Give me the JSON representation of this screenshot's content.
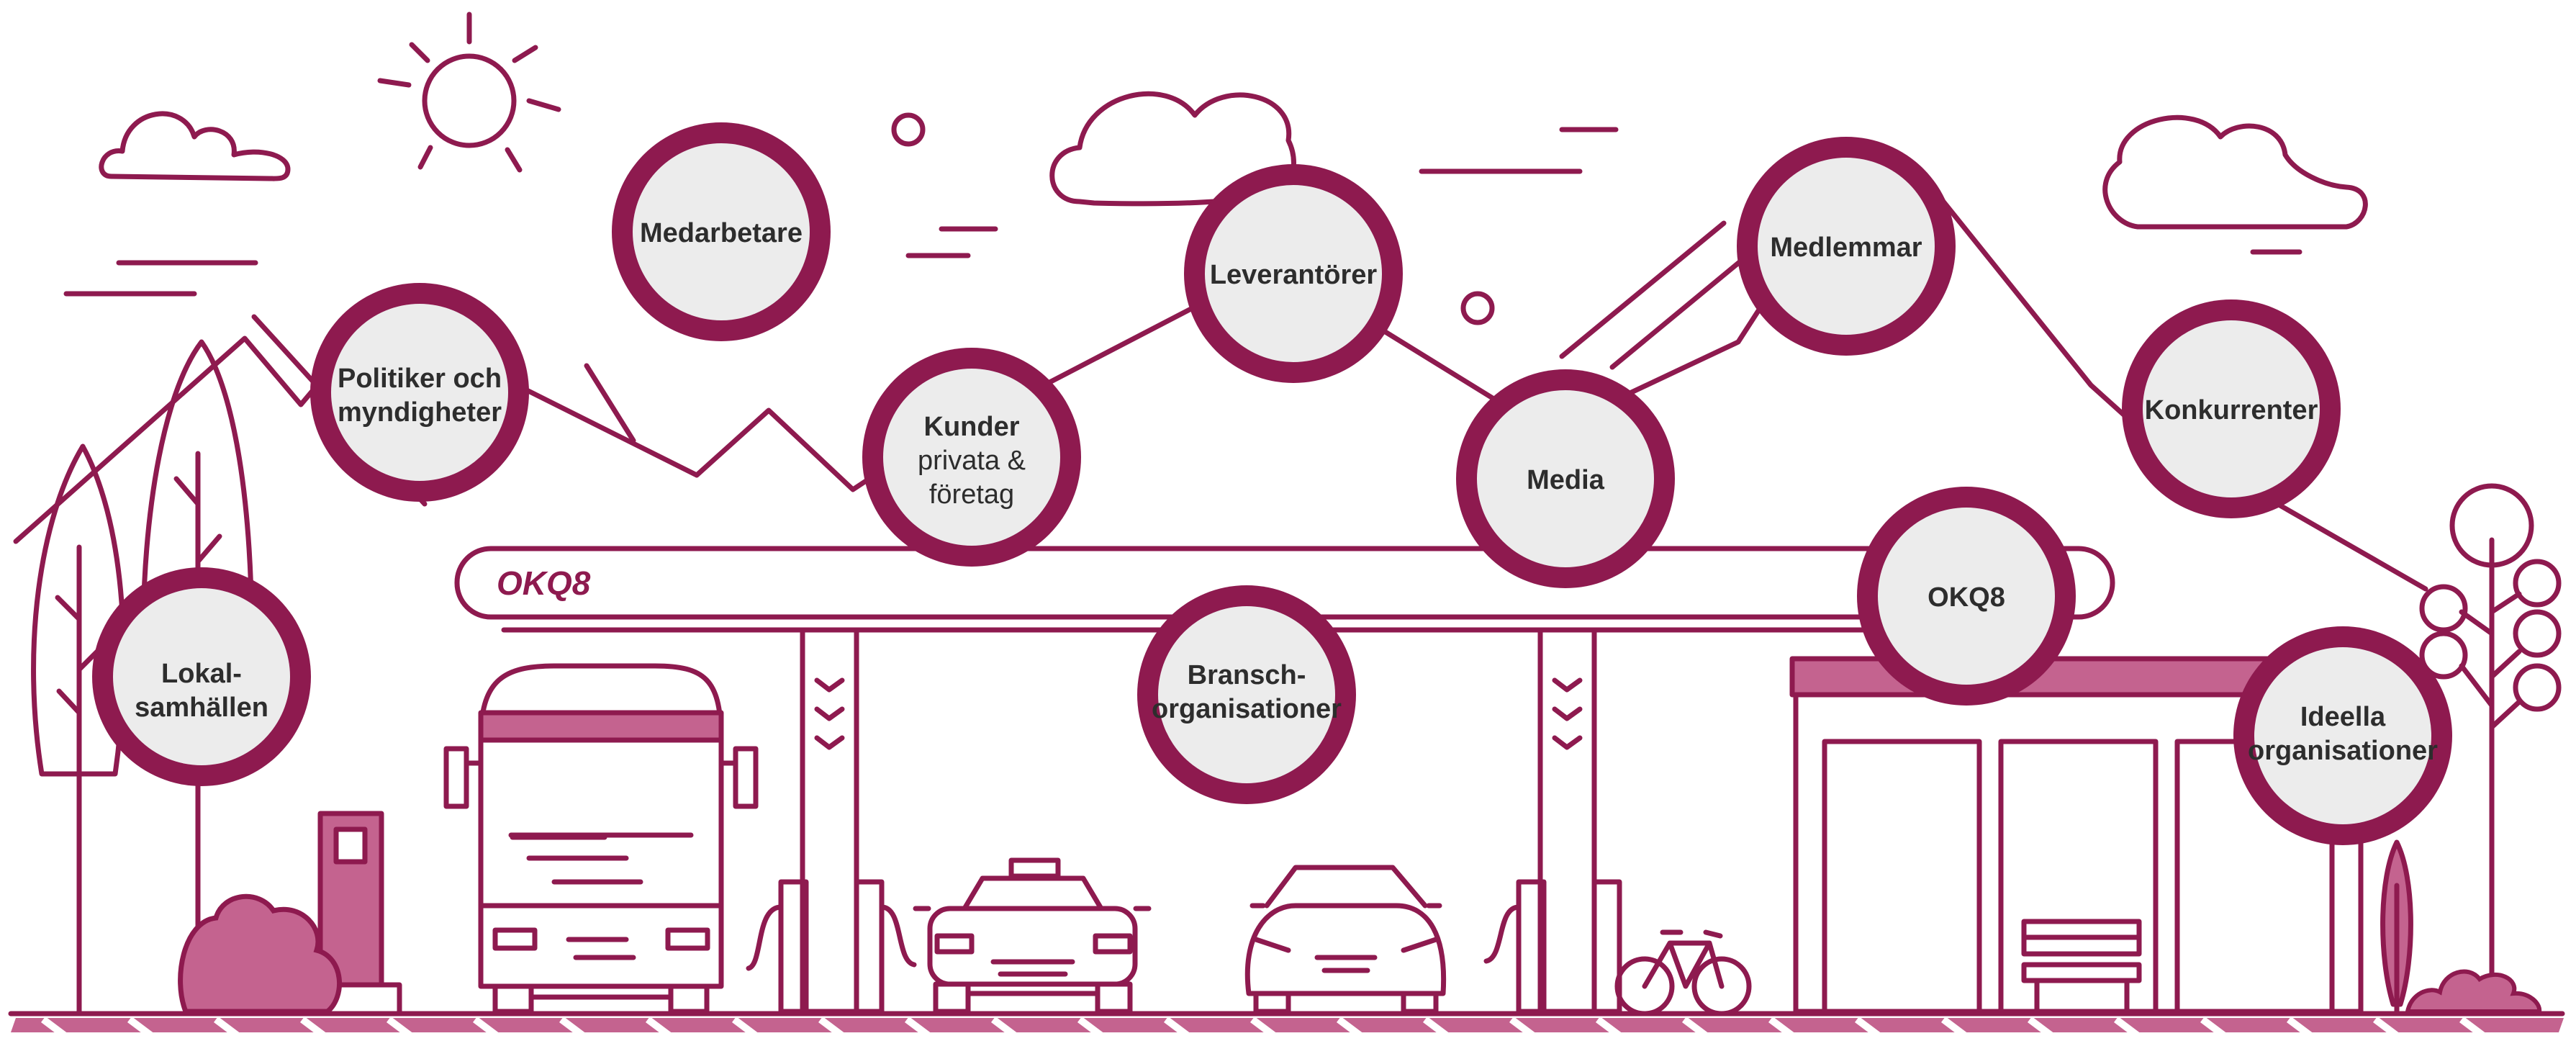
{
  "colors": {
    "primary": "#8e1a4f",
    "accent_fill": "#c4638f",
    "node_fill": "#ececec",
    "text": "#2d2d2d",
    "background": "#ffffff"
  },
  "brand": {
    "canopy_logo": "OKQ8"
  },
  "nodes": {
    "lokalsamhallen": {
      "line1": "Lokal-",
      "line2": "samhällen"
    },
    "politiker": {
      "line1": "Politiker och",
      "line2": "myndigheter"
    },
    "medarbetare": {
      "line1": "Medarbetare"
    },
    "kunder": {
      "line1": "Kunder",
      "line2": "privata &",
      "line3": "företag"
    },
    "leverantorer": {
      "line1": "Leverantörer"
    },
    "bransch": {
      "line1": "Bransch-",
      "line2": "organisationer"
    },
    "media": {
      "line1": "Media"
    },
    "medlemmar": {
      "line1": "Medlemmar"
    },
    "okq8": {
      "line1": "OKQ8"
    },
    "konkurrenter": {
      "line1": "Konkurrenter"
    },
    "ideella": {
      "line1": "Ideella",
      "line2": "organisationer"
    }
  },
  "icons": [
    "sun-icon",
    "cloud-icon",
    "tree-icon",
    "bush-icon",
    "truck-icon",
    "taxi-icon",
    "car-icon",
    "bicycle-icon",
    "bench-icon",
    "fuel-pump-icon",
    "charging-station-icon",
    "shop-icon",
    "canopy-icon"
  ]
}
